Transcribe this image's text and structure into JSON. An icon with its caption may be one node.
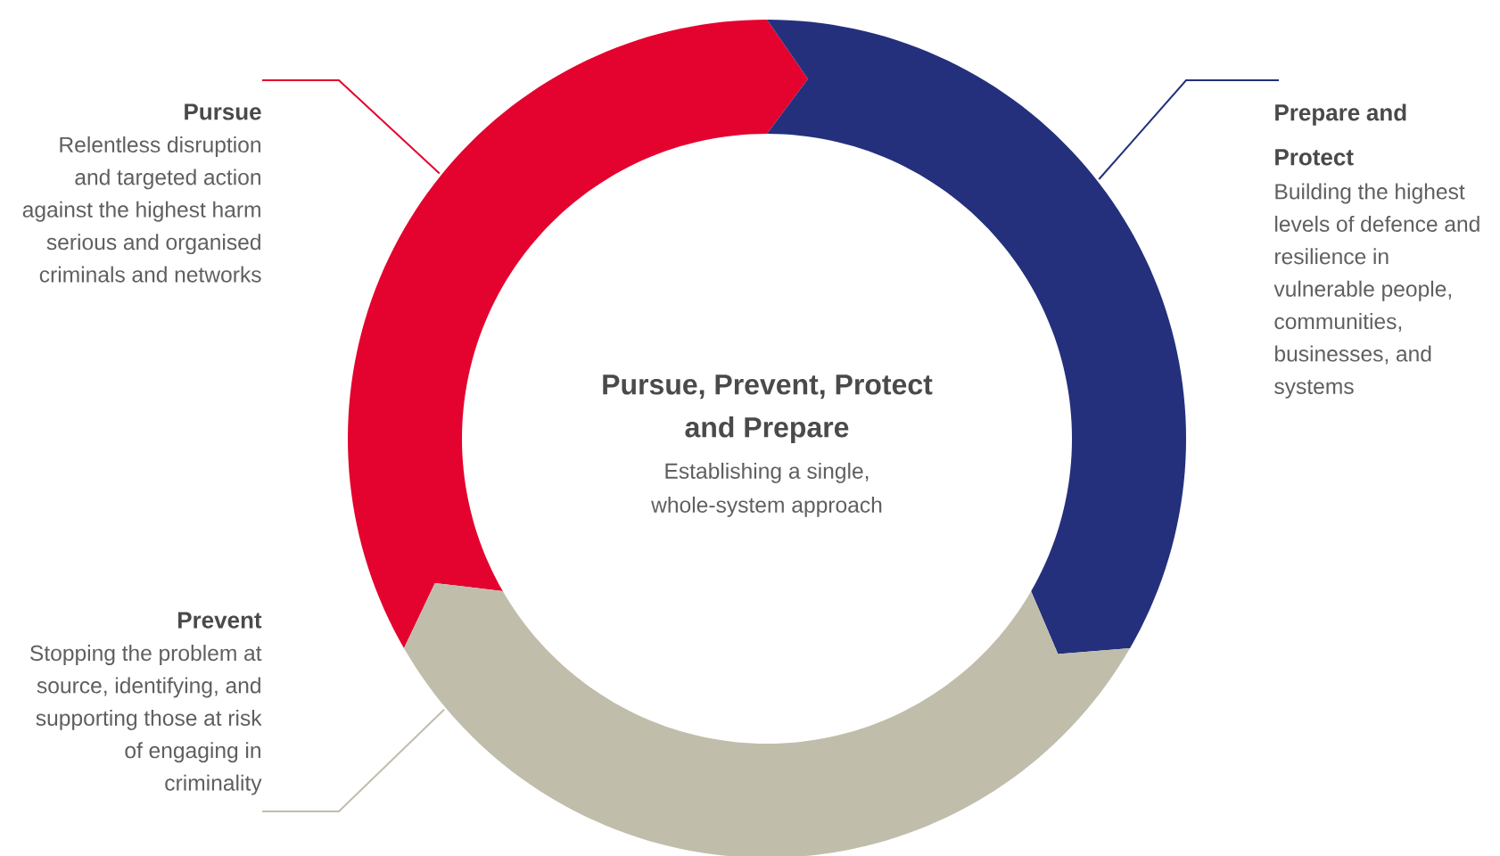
{
  "diagram": {
    "nodes": [
      {
        "text": [
          "Pursue, Prevent, Protect and Prepare",
          "Establishing a single, whole-system approach"
        ]
      },
      {
        "text": [
          "Pursue",
          "Relentless disruption and targeted action against the highest harm serious and organised criminals and networks"
        ]
      },
      {
        "text": [
          "Prepare and Protect",
          "Building the highest levels of defence and resilience in vulnerable people, communities, businesses, and systems"
        ]
      },
      {
        "text": [
          "Prevent",
          "Stopping the problem at source, identifying, and supporting those at risk of engaging in criminality"
        ]
      },
      {
        "text": [],
        "shape": "arc"
      },
      {
        "text": [],
        "shape": "arc"
      },
      {
        "text": [],
        "shape": "arc"
      }
    ],
    "edges": [
      {
        "from": 1,
        "to": 4,
        "arrow": "none",
        "color": "#e4032e"
      },
      {
        "from": 2,
        "to": 5,
        "arrow": "none",
        "color": "#24307c"
      },
      {
        "from": 3,
        "to": 6,
        "arrow": "none",
        "color": "#c1bdab"
      }
    ]
  }
}
